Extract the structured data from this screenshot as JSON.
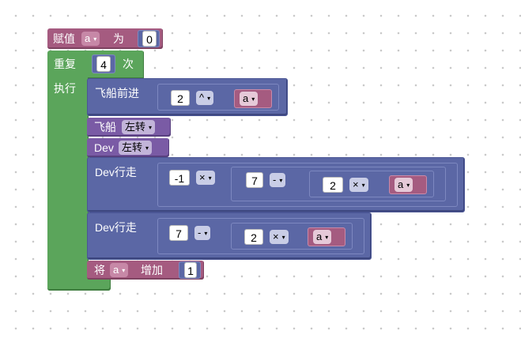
{
  "set_block": {
    "label": "赋值",
    "variable": "a",
    "connector": "为",
    "value": "0"
  },
  "repeat_block": {
    "label": "重复",
    "count": "4",
    "unit": "次",
    "do_label": "执行"
  },
  "fly_forward": {
    "label": "飞船前进",
    "base": "2",
    "operator": "^",
    "exponent_var": "a"
  },
  "fly_turn": {
    "label": "飞船",
    "direction": "左转"
  },
  "dev_turn": {
    "label": "Dev",
    "direction": "左转"
  },
  "dev_walk_1": {
    "label": "Dev行走",
    "num1": "-1",
    "op1": "×",
    "num2": "7",
    "op2": "-",
    "num3": "2",
    "op3": "×",
    "var": "a"
  },
  "dev_walk_2": {
    "label": "Dev行走",
    "num1": "7",
    "op1": "-",
    "num2": "2",
    "op2": "×",
    "var": "a"
  },
  "change_block": {
    "label": "将",
    "variable": "a",
    "action": "增加",
    "value": "1"
  },
  "dropdown_caret": "▾"
}
